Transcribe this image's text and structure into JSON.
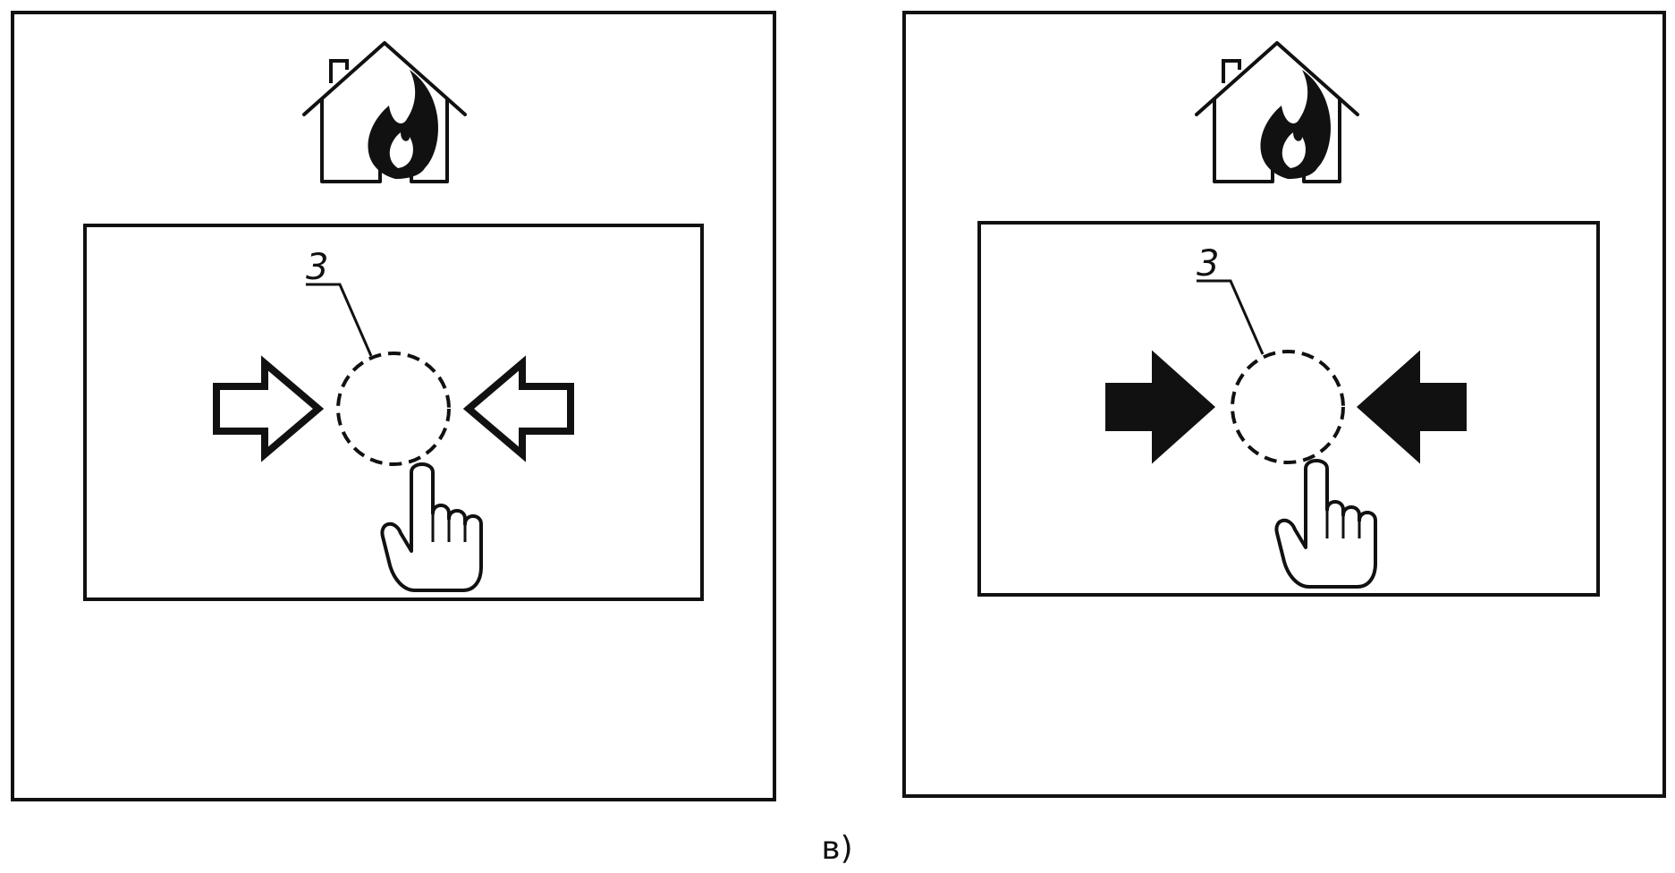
{
  "caption": "в)",
  "panels": [
    {
      "id": "left",
      "callout": "3",
      "arrow_style": "outline",
      "icons": [
        "house-fire-icon",
        "arrow-right-icon",
        "arrow-left-icon",
        "pointing-hand-icon"
      ]
    },
    {
      "id": "right",
      "callout": "3",
      "arrow_style": "filled",
      "icons": [
        "house-fire-icon",
        "arrow-right-icon",
        "arrow-left-icon",
        "pointing-hand-icon"
      ]
    }
  ],
  "colors": {
    "stroke": "#111111",
    "background": "#ffffff"
  }
}
